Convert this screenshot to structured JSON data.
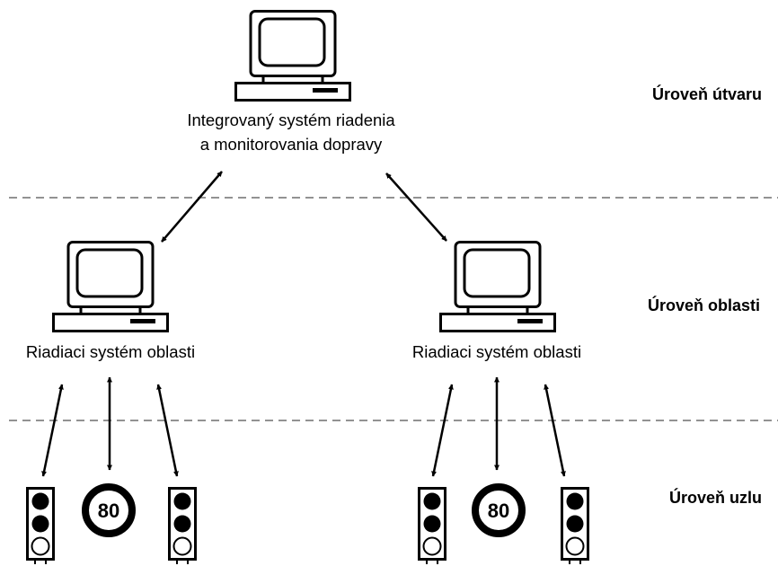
{
  "levels": {
    "unit": "Úroveň útvaru",
    "area": "Úroveň oblasti",
    "node": "Úroveň uzlu"
  },
  "central_system": {
    "line1": "Integrovaný systém riadenia",
    "line2": "a monitorovania dopravy"
  },
  "area_systems": {
    "left": "Riadiaci systém oblasti",
    "right": "Riadiaci systém oblasti"
  },
  "speed_signs": {
    "left": "80",
    "right": "80"
  }
}
